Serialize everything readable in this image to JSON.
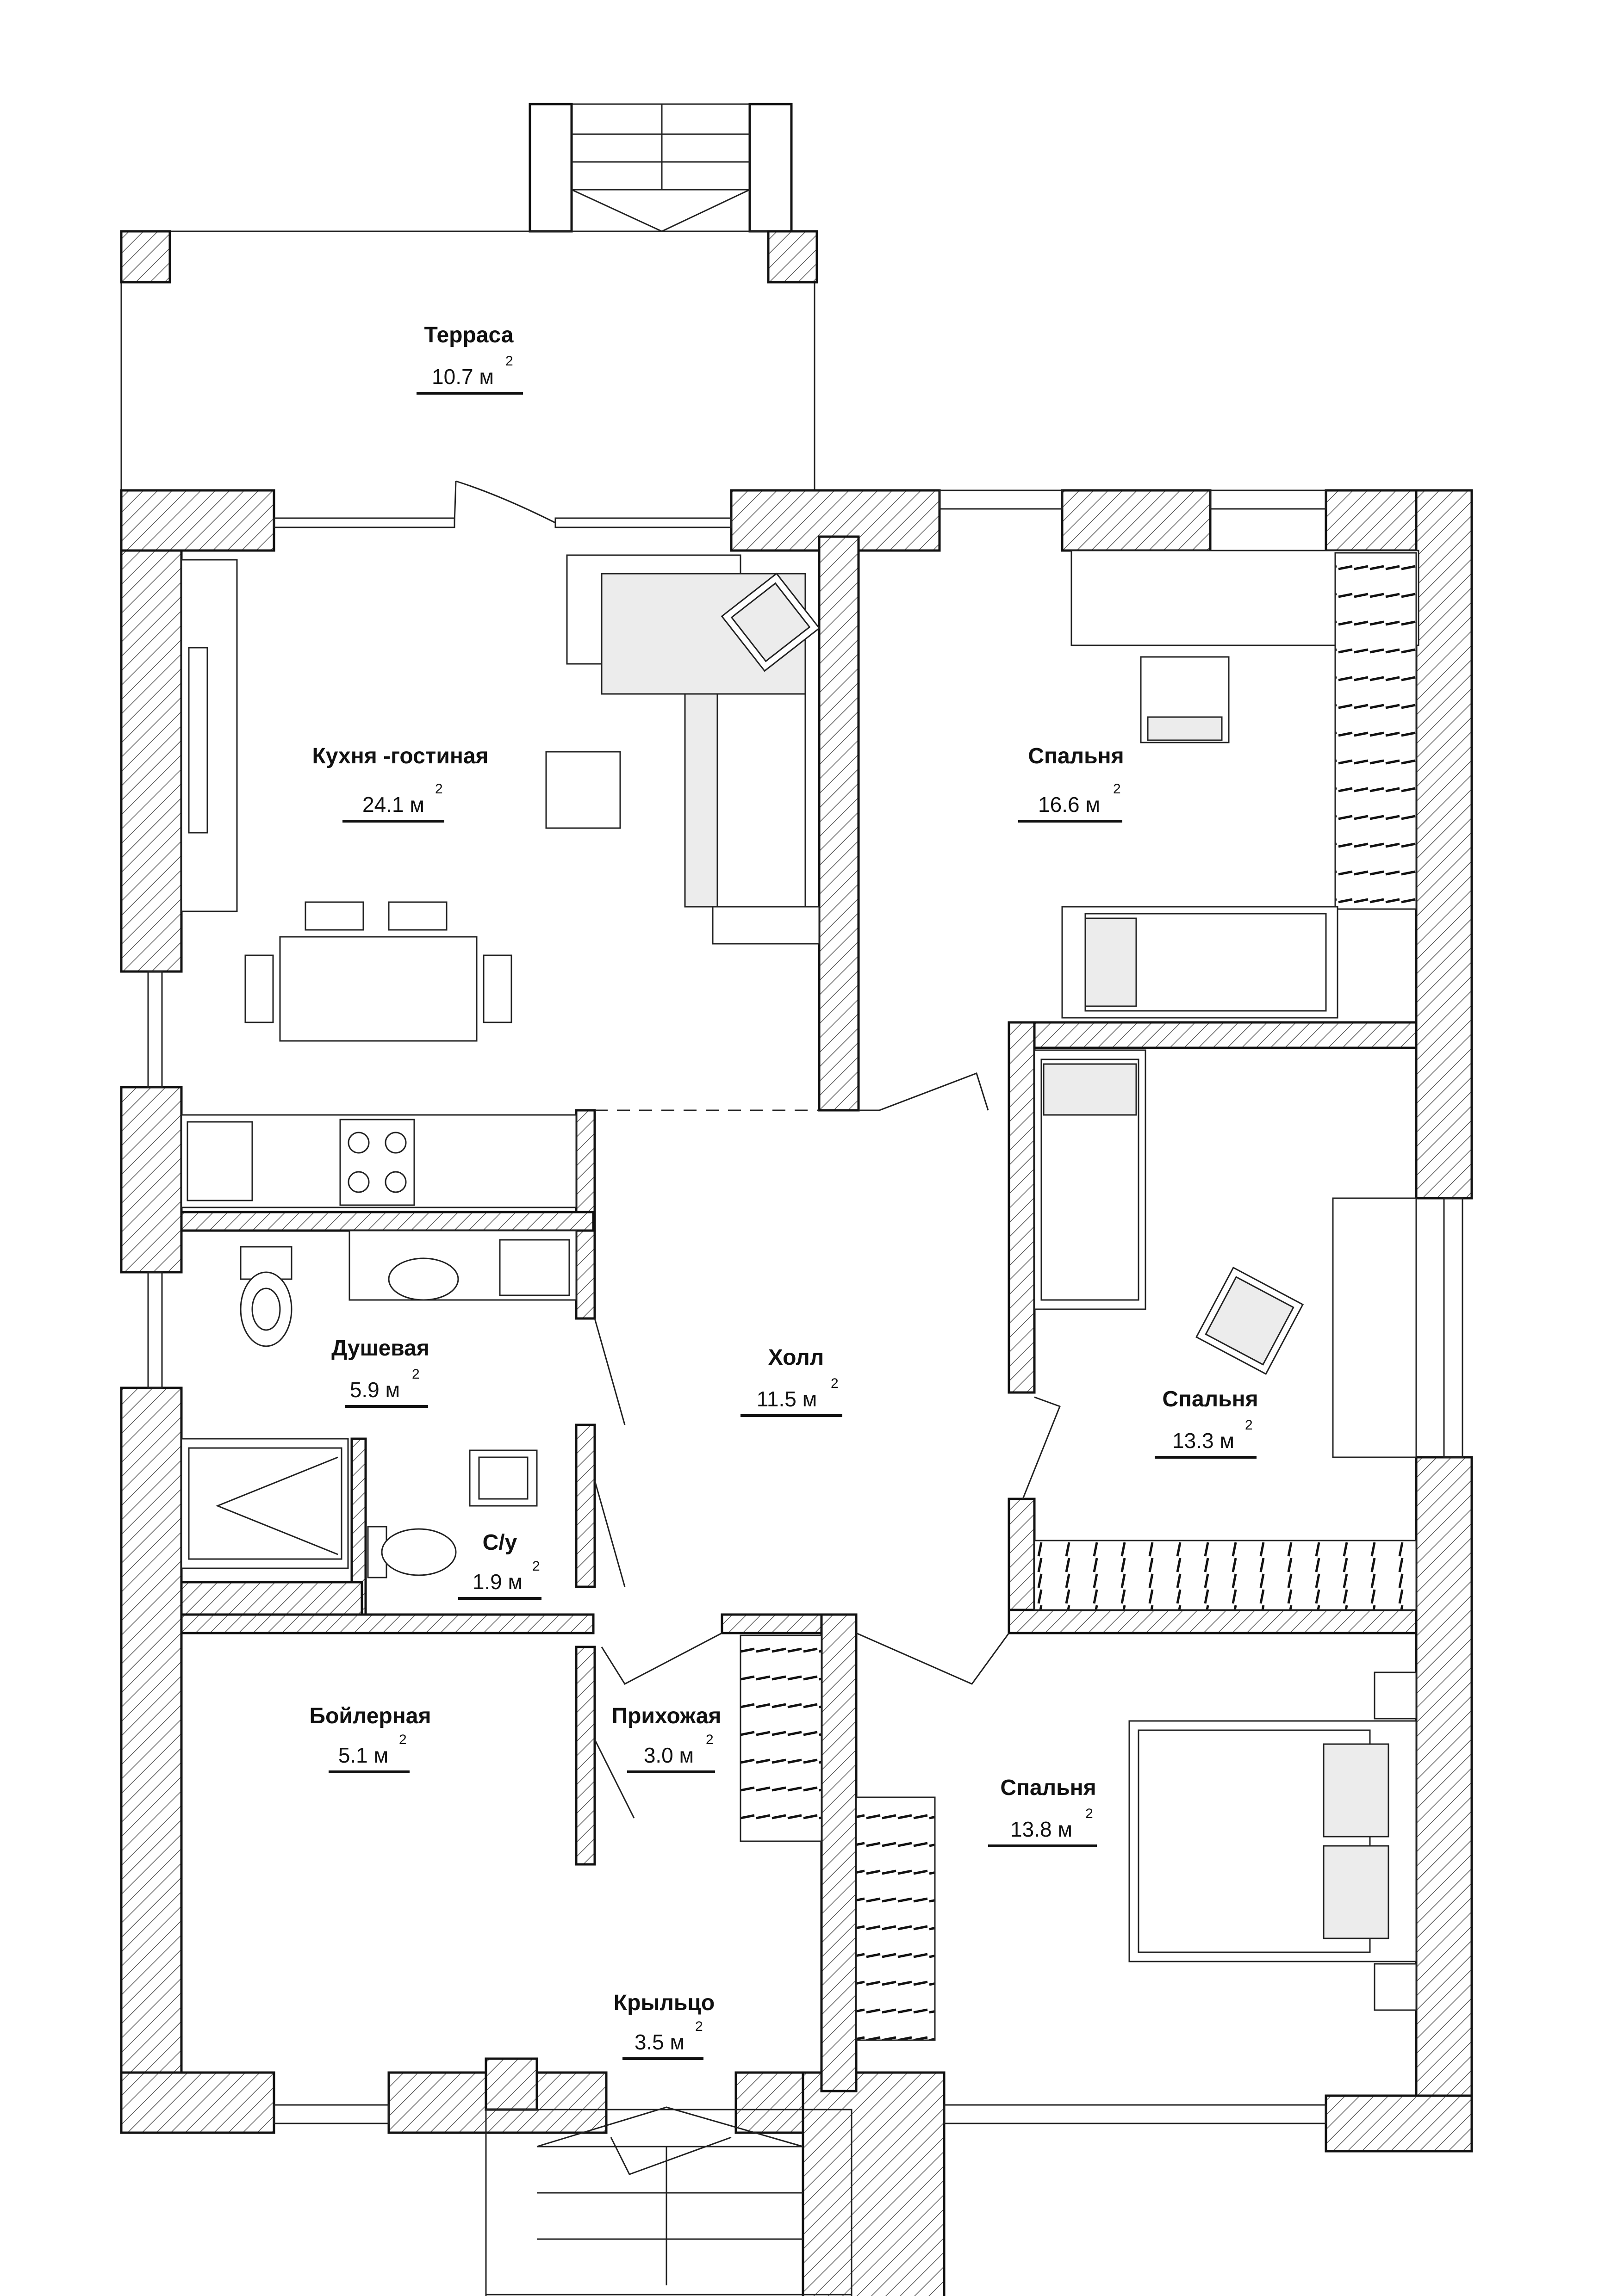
{
  "rooms": {
    "terrace": {
      "name": "Терраса",
      "area": "10.7 м",
      "sup": "2"
    },
    "kitchen": {
      "name": "Кухня -гостиная",
      "area": "24.1 м",
      "sup": "2"
    },
    "bedroom1": {
      "name": "Спальня",
      "area": "16.6 м",
      "sup": "2"
    },
    "shower": {
      "name": "Душевая",
      "area": "5.9 м",
      "sup": "2"
    },
    "hall": {
      "name": "Холл",
      "area": "11.5 м",
      "sup": "2"
    },
    "bedroom2": {
      "name": "Спальня",
      "area": "13.3 м",
      "sup": "2"
    },
    "wc": {
      "name": "С/у",
      "area": "1.9 м",
      "sup": "2"
    },
    "boiler": {
      "name": "Бойлерная",
      "area": "5.1 м",
      "sup": "2"
    },
    "entry": {
      "name": "Прихожая",
      "area": "3.0 м",
      "sup": "2"
    },
    "bedroom3": {
      "name": "Спальня",
      "area": "13.8 м",
      "sup": "2"
    },
    "porch": {
      "name": "Крыльцо",
      "area": "3.5 м",
      "sup": "2"
    }
  },
  "icons": [
    "sofa-icon",
    "armchair-icon",
    "dining-table-icon",
    "stove-icon",
    "sink-icon",
    "toilet-icon",
    "shower-tray-icon",
    "bed-icon",
    "wardrobe-icon",
    "desk-icon",
    "stairs-icon",
    "door-icon",
    "window-icon"
  ]
}
